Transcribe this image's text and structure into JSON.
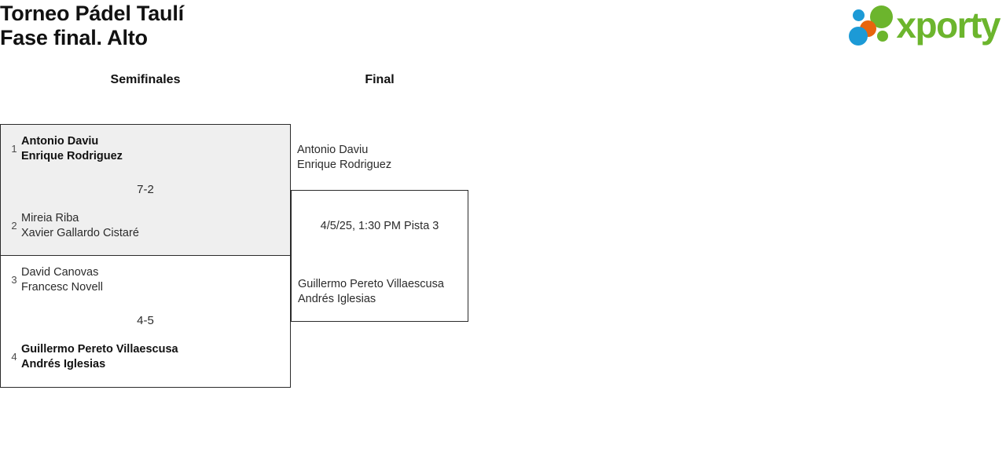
{
  "header": {
    "title_line1": "Torneo Pádel Taulí",
    "title_line2": "Fase final. Alto",
    "logo_text": "xporty",
    "logo_colors": {
      "green": "#6cb52d",
      "blue": "#1c9ad6",
      "orange": "#e8650d"
    }
  },
  "bracket": {
    "rounds": [
      {
        "label": "Semifinales"
      },
      {
        "label": "Final"
      }
    ],
    "semifinals": [
      {
        "shaded": true,
        "score": "7-2",
        "top": {
          "seed": "1",
          "player1": "Antonio Daviu",
          "player2": "Enrique Rodriguez",
          "winner": true
        },
        "bottom": {
          "seed": "2",
          "player1": "Mireia Riba",
          "player2": "Xavier Gallardo Cistaré",
          "winner": false
        }
      },
      {
        "shaded": false,
        "score": "4-5",
        "top": {
          "seed": "3",
          "player1": "David Canovas",
          "player2": "Francesc Novell",
          "winner": false
        },
        "bottom": {
          "seed": "4",
          "player1": "Guillermo Pereto Villaescusa",
          "player2": "Andrés Iglesias",
          "winner": true
        }
      }
    ],
    "final": {
      "schedule": "4/5/25, 1:30 PM Pista 3",
      "top": {
        "player1": "Antonio Daviu",
        "player2": "Enrique Rodriguez"
      },
      "bottom": {
        "player1": "Guillermo Pereto Villaescusa",
        "player2": "Andrés Iglesias"
      }
    }
  }
}
